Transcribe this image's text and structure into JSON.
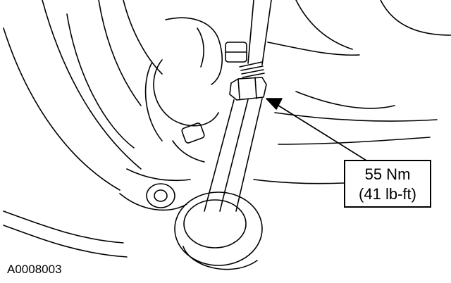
{
  "callout": {
    "torque_metric": "55 Nm",
    "torque_imperial": "(41 lb-ft)"
  },
  "figure_id": "A0008003",
  "colors": {
    "line": "#000000",
    "background": "#ffffff"
  }
}
